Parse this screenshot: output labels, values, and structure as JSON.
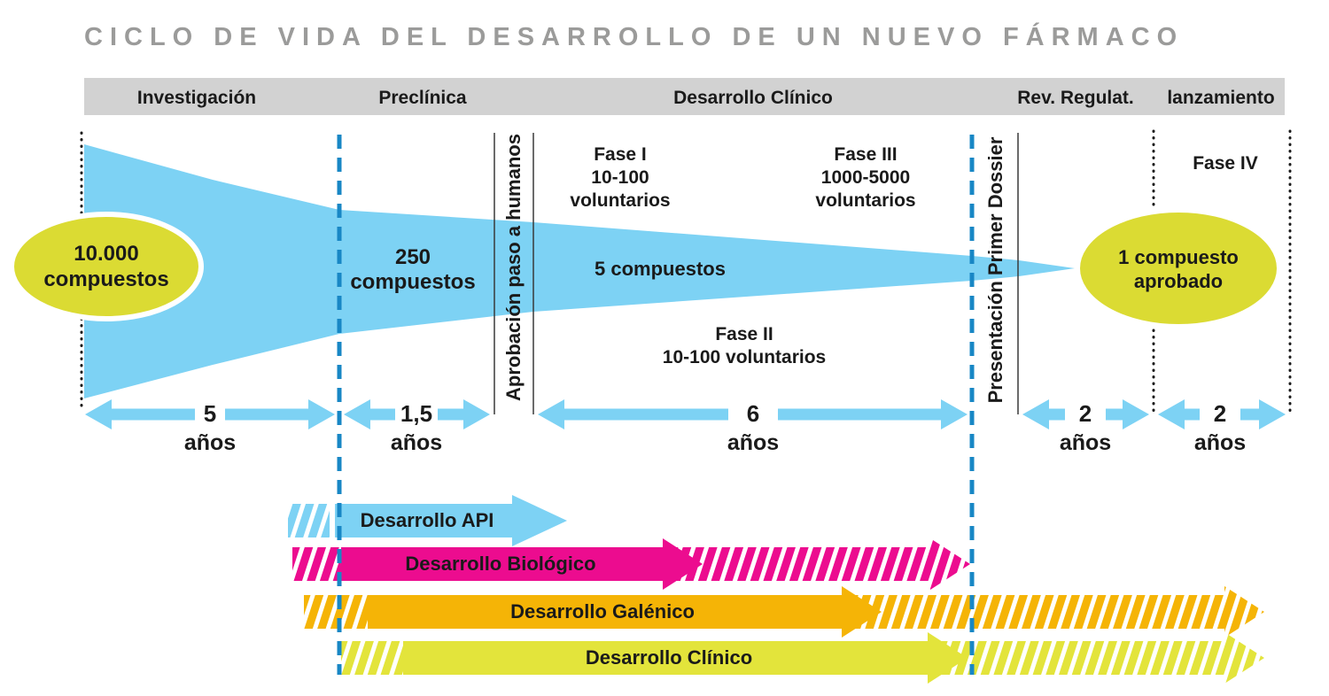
{
  "title": "CICLO DE VIDA DEL DESARROLLO DE UN NUEVO FÁRMACO",
  "colors": {
    "funnel-blue": "#7DD2F4",
    "dash-blue": "#1887C5",
    "magenta": "#EC0C8F",
    "orange": "#F5B406",
    "arrow-yellow": "#E3E43B",
    "ellipse-yellow": "#DBDB33",
    "title-gray": "#9B9B9A",
    "band-gray": "#D2D2D2",
    "text-black": "#1A1A1A"
  },
  "stage_bar": {
    "items": [
      {
        "label": "Investigación"
      },
      {
        "label": "Preclínica"
      },
      {
        "label": "Desarrollo Clínico"
      },
      {
        "label": "Rev. Regulat."
      },
      {
        "label": "lanzamiento"
      }
    ]
  },
  "funnel": {
    "input": "10.000\ncompuestos",
    "preclinical": "250\ncompuestos",
    "clinical": "5 compuestos",
    "output": "1 compuesto\naprobado"
  },
  "phases": {
    "fase_i": "Fase I\n10-100\nvoluntarios",
    "fase_ii": "Fase II\n10-100 voluntarios",
    "fase_iii": "Fase III\n1000-5000\nvoluntarios",
    "fase_iv": "Fase IV"
  },
  "milestones": {
    "first_in_human": "Aprobación paso a humanos",
    "dossier": "Presentación Primer Dossier"
  },
  "timeline": {
    "segments": [
      {
        "value": "5",
        "unit": "años"
      },
      {
        "value": "1,5",
        "unit": "años"
      },
      {
        "value": "6",
        "unit": "años"
      },
      {
        "value": "2",
        "unit": "años"
      },
      {
        "value": "2",
        "unit": "años"
      }
    ]
  },
  "workstreams": {
    "items": [
      {
        "label": "Desarrollo API"
      },
      {
        "label": "Desarrollo Biológico"
      },
      {
        "label": "Desarrollo Galénico"
      },
      {
        "label": "Desarrollo Clínico"
      }
    ]
  }
}
